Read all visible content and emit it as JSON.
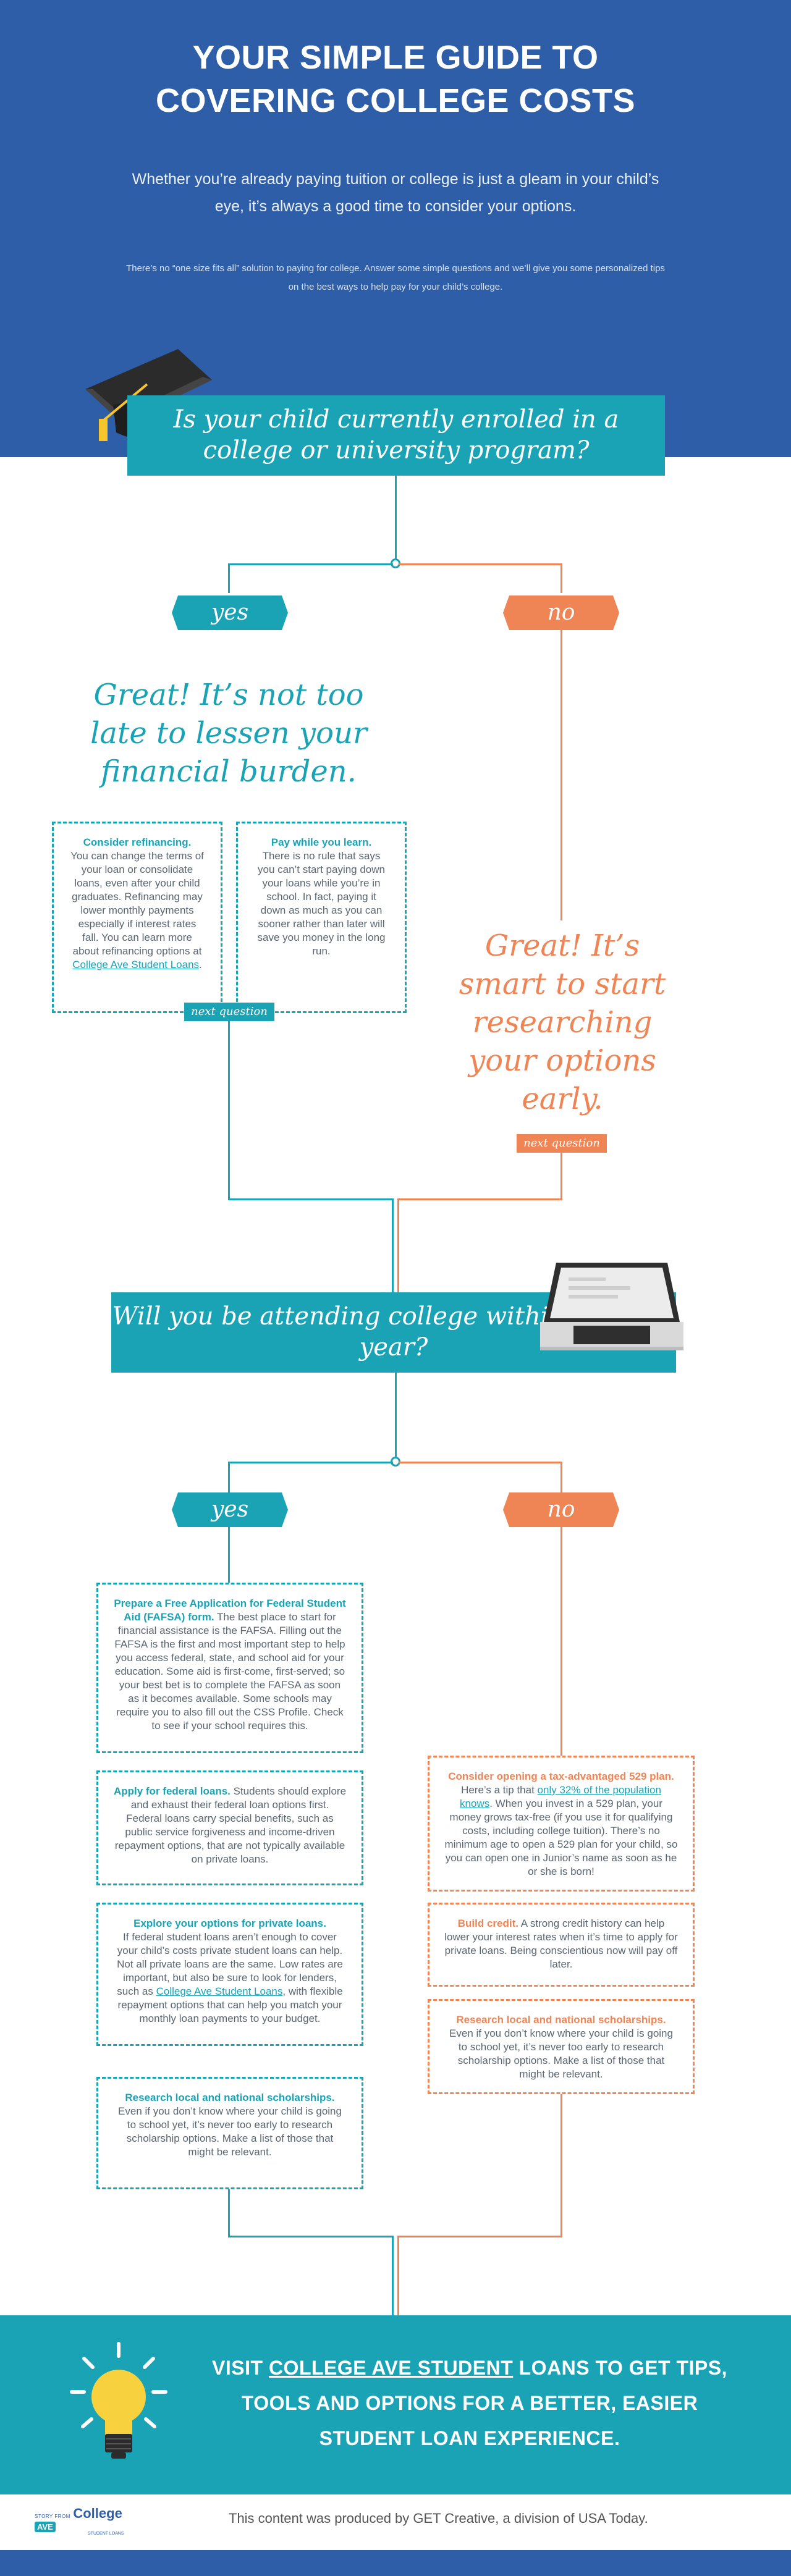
{
  "header": {
    "title_line1": "YOUR SIMPLE GUIDE TO",
    "title_line2": "COVERING COLLEGE COSTS",
    "intro": "Whether you’re already paying tuition or college is just a gleam in your child’s eye, it’s always a good time to consider your options.",
    "intro_small": "There’s no “one size fits all” solution to paying for college. Answer some simple questions and we’ll give you some personalized tips on the best ways to help pay for your child’s college."
  },
  "question1": {
    "text": "Is your child currently enrolled in a college or university program?",
    "yes_label": "yes",
    "no_label": "no",
    "yes_headline": "Great! It’s not too late to lessen your financial burden.",
    "no_headline": "Great! It’s smart to start researching your options early.",
    "cards": [
      {
        "title": "Consider refinancing.",
        "body": "You can change the terms of your loan or consolidate loans, even after your child graduates. Refinancing may lower monthly payments especially if interest rates fall. You can learn more about refinancing options at ",
        "link": "College Ave Student Loans",
        "tail": "."
      },
      {
        "title": "Pay while you learn.",
        "body": "There is no rule that says you can’t start paying down your loans while you’re in school. In fact, paying it down as much as you can sooner rather than later will save you money in the long run."
      }
    ],
    "next_yes": "next question",
    "next_no": "next question"
  },
  "question2": {
    "text": "Will you be attending college within the next year?",
    "yes_label": "yes",
    "no_label": "no",
    "yes_cards": [
      {
        "title": "Prepare a Free Application for Federal Student Aid (FAFSA) form.",
        "body": "The best place to start for financial assistance is the FAFSA. Filling out the FAFSA is the first and most important step to help you access federal, state, and school aid for your education. Some aid is first-come, first-served; so your best bet is to complete the FAFSA as soon as it becomes available. Some schools may require you to also fill out the CSS Profile. Check to see if your school requires this."
      },
      {
        "title": "Apply for federal loans.",
        "body": "Students should explore and exhaust their federal loan options first. Federal loans carry special benefits, such as public service forgiveness and income-driven repayment options, that are not typically available on private loans."
      },
      {
        "title": "Explore your options for private loans.",
        "body": "If federal student loans aren’t enough to cover your child’s costs private student loans can help. Not all private loans are the same. Low rates are important, but also be sure to look for lenders, such as ",
        "link": "College Ave Student Loans",
        "tail": ", with flexible repayment options that can help you match your monthly loan payments to your budget."
      },
      {
        "title": "Research local and national scholarships.",
        "body": "Even if you don’t know where your child is going to school yet, it’s never too early to research scholarship options. Make a list of those that might be relevant."
      }
    ],
    "no_cards": [
      {
        "title": "Consider opening a tax-advantaged 529 plan.",
        "body_pre": "Here’s a tip that ",
        "link": "only 32% of the population knows",
        "body": ". When you invest in a 529 plan, your money grows tax-free (if you use it for qualifying costs, including college tuition). There’s no minimum age to open a 529 plan for your child, so you can open one in Junior’s name as soon as he or she is born!"
      },
      {
        "title": "Build credit.",
        "body": "A strong credit history can help lower your interest rates when it’s time to apply for private loans. Being conscientious now will pay off later."
      },
      {
        "title": "Research local and national scholarships.",
        "body": "Even if you don’t know where your child is going to school yet, it’s never too early to research scholarship options. Make a list of those that might be relevant."
      }
    ]
  },
  "footer": {
    "visit_pre": "VISIT ",
    "visit_link": "COLLEGE AVE STUDENT",
    "visit_post": " LOANS TO GET TIPS, TOOLS AND OPTIONS FOR A BETTER, EASIER STUDENT LOAN EXPERIENCE.",
    "credit": "This content was produced by GET Creative, a division of USA Today.",
    "logo_pre": "STORY FROM",
    "logo_name": "College",
    "logo_ave": "AVE",
    "logo_sub": "STUDENT LOANS"
  },
  "colors": {
    "blue": "#2f5ea8",
    "teal": "#1aa3b5",
    "orange": "#ef8455"
  },
  "icons": [
    "graduation-cap-icon",
    "laptop-icon",
    "lightbulb-icon"
  ]
}
